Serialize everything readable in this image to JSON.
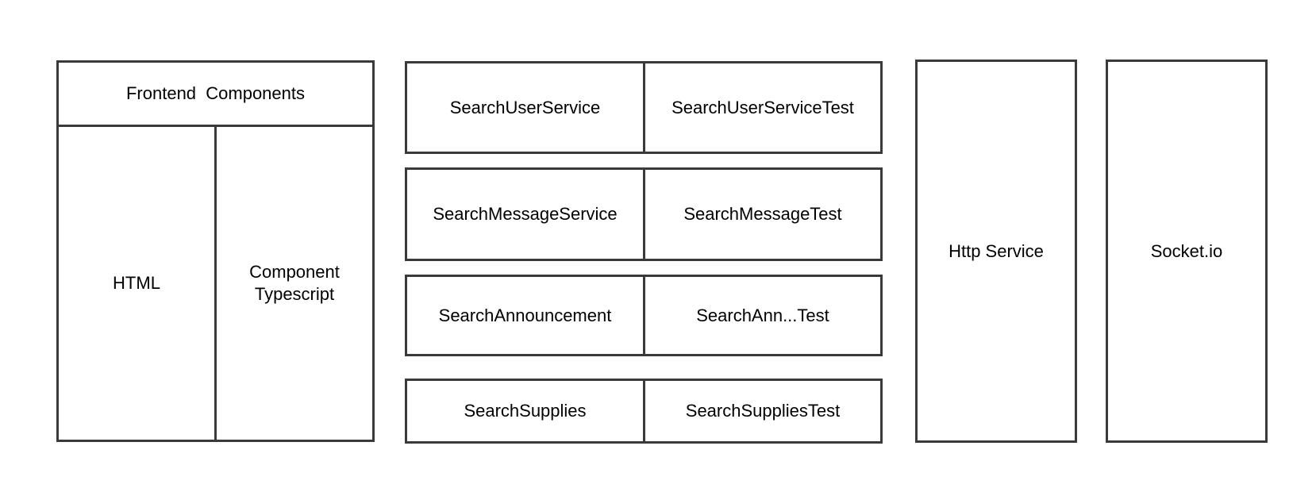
{
  "frontend": {
    "title": "Frontend  Components",
    "html_label": "HTML",
    "component_label_line1": "Component",
    "component_label_line2": "Typescript"
  },
  "services": [
    {
      "service": "SearchUserService",
      "test": "SearchUserServiceTest"
    },
    {
      "service": "SearchMessageService",
      "test": "SearchMessageTest"
    },
    {
      "service": "SearchAnnouncement",
      "test": "SearchAnn...Test"
    },
    {
      "service": "SearchSupplies",
      "test": "SearchSuppliesTest"
    }
  ],
  "http_service": {
    "label": "Http Service"
  },
  "socket": {
    "label": "Socket.io"
  }
}
